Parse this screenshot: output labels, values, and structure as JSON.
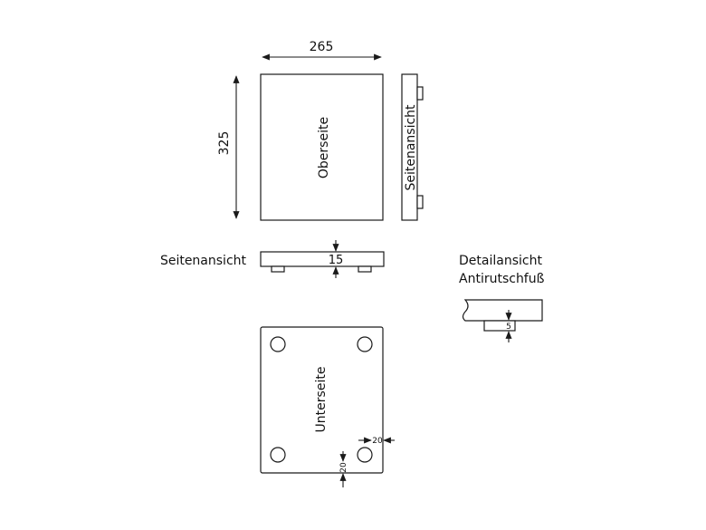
{
  "dimensions": {
    "width": "265",
    "height": "325",
    "thickness": "15",
    "foot_height": "5",
    "foot_offset_x": "20",
    "foot_offset_y": "20"
  },
  "labels": {
    "top_view": "Oberseite",
    "side_view_vertical": "Seitenansicht",
    "side_view_horizontal": "Seitenansicht",
    "bottom_view": "Unterseite",
    "detail_line1": "Detailansicht",
    "detail_line2": "Antirutschfuß"
  }
}
